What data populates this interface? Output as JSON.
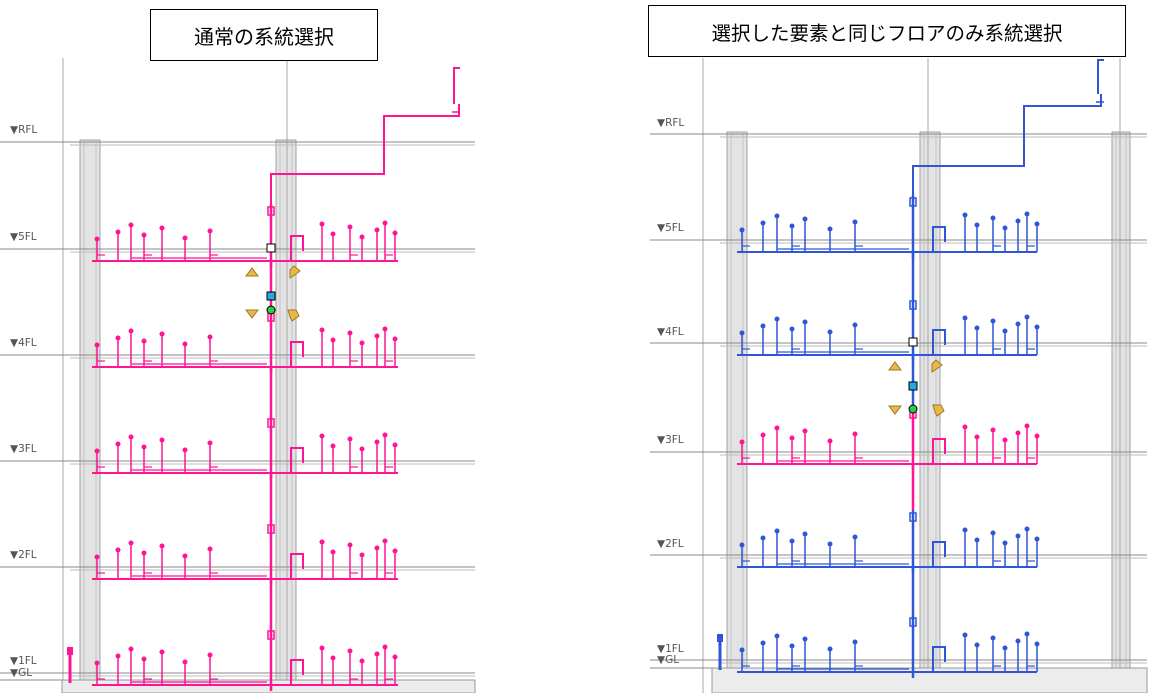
{
  "panels": [
    {
      "title": "通常の系統選択",
      "mode": "all-selected",
      "selected_floors": [
        "RFL",
        "5FL",
        "4FL",
        "3FL",
        "2FL",
        "1FL"
      ]
    },
    {
      "title": "選択した要素と同じフロアのみ系統選択",
      "mode": "same-floor-only",
      "selected_floors": [
        "3FL"
      ]
    }
  ],
  "floor_labels": [
    "▼RFL",
    "▼5FL",
    "▼4FL",
    "▼3FL",
    "▼2FL",
    "▼1FL",
    "▼GL"
  ],
  "colors": {
    "selected": "#ff1493",
    "unselected": "#2f56d6",
    "column": "#e3e3e3",
    "column_edge": "#a0a0a0",
    "grid": "#a8a8a8",
    "label": "#555555",
    "marker_fill": "#e8b84a",
    "handle_square": "#29a8e0",
    "handle_circle": "#2ecc40"
  }
}
